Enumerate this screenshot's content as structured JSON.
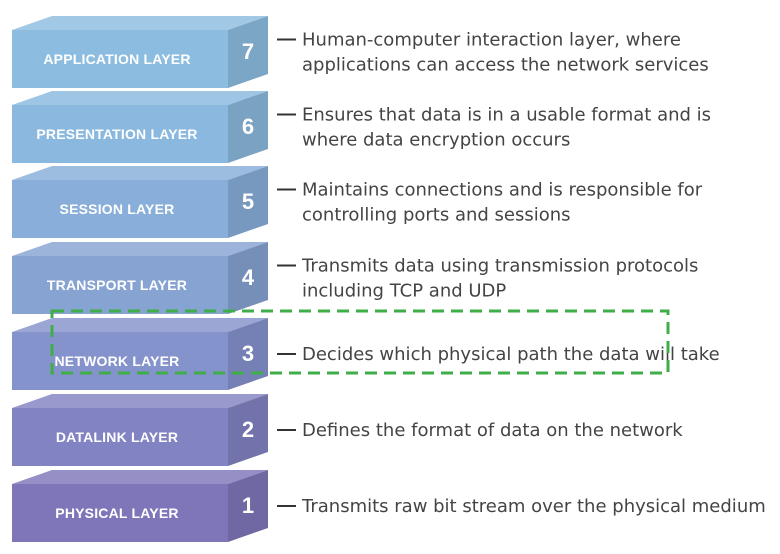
{
  "colors": {
    "layer_7": "#8cbde0",
    "layer_6": "#8ab8de",
    "layer_5": "#88aed9",
    "layer_4": "#86a3d2",
    "layer_3": "#8593cc",
    "layer_2": "#8283c2",
    "layer_1": "#7f76b9",
    "highlight": "#3fae49"
  },
  "layers": [
    {
      "number": "7",
      "name": "APPLICATION LAYER",
      "description": [
        "Human-computer interaction layer, where",
        "applications can access the network services"
      ]
    },
    {
      "number": "6",
      "name": "PRESENTATION LAYER",
      "description": [
        "Ensures that data is in a usable format and is",
        "where data encryption occurs"
      ]
    },
    {
      "number": "5",
      "name": "SESSION LAYER",
      "description": [
        "Maintains connections and is responsible for",
        "controlling ports and sessions"
      ]
    },
    {
      "number": "4",
      "name": "TRANSPORT LAYER",
      "description": [
        "Transmits data using transmission protocols",
        "including TCP and UDP"
      ]
    },
    {
      "number": "3",
      "name": "NETWORK LAYER",
      "description": [
        "Decides which physical path the data will take"
      ]
    },
    {
      "number": "2",
      "name": "DATALINK LAYER",
      "description": [
        "Defines the format of data on the network"
      ]
    },
    {
      "number": "1",
      "name": "PHYSICAL LAYER",
      "description": [
        "Transmits raw bit stream over the physical medium"
      ]
    }
  ],
  "highlighted_layer": "3"
}
